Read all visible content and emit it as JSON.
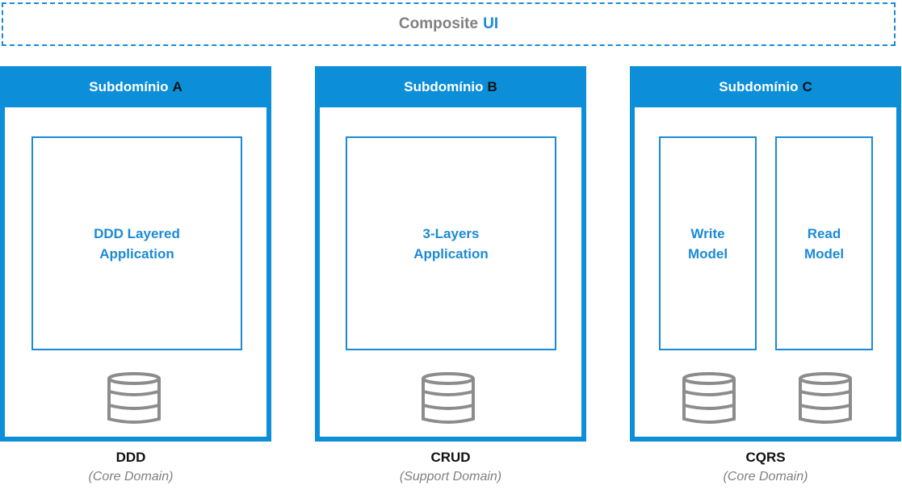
{
  "composite": {
    "label": "Composite",
    "accent": "UI"
  },
  "subdomains": [
    {
      "header": "Subdomínio",
      "letter": "A",
      "boxes": [
        "DDD Layered\nApplication"
      ],
      "caption": "DDD",
      "domain_type": "(Core Domain)"
    },
    {
      "header": "Subdomínio",
      "letter": "B",
      "boxes": [
        "3-Layers\nApplication"
      ],
      "caption": "CRUD",
      "domain_type": "(Support Domain)"
    },
    {
      "header": "Subdomínio",
      "letter": "C",
      "boxes": [
        "Write\nModel",
        "Read\nModel"
      ],
      "caption": "CQRS",
      "domain_type": "(Core Domain)"
    }
  ],
  "colors": {
    "accent": "#0c8ed9",
    "text_gray": "#808080",
    "db_gray": "#8c8c8c"
  },
  "icons": {
    "database": "database-icon"
  }
}
